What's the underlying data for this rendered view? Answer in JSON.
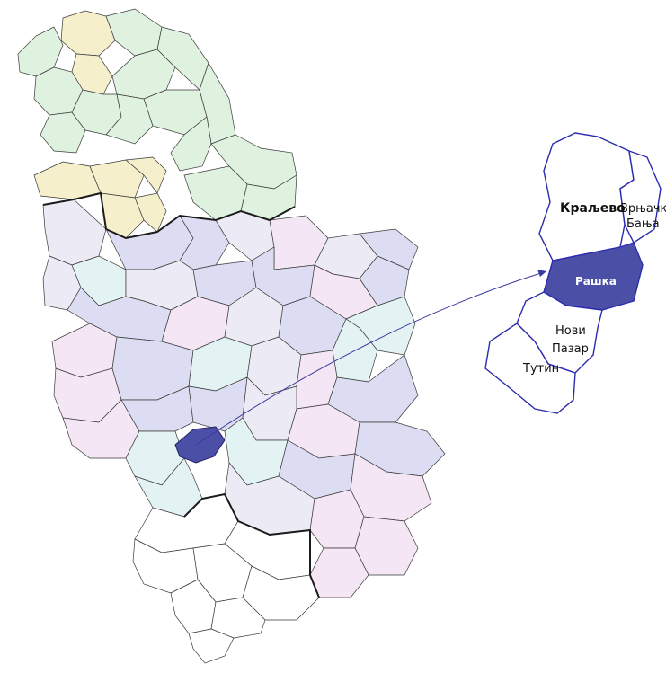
{
  "colors": {
    "vojvodina_green": "#dff1df",
    "vojvodina_yellow": "#f5efcc",
    "west_lavender": "#eceaf5",
    "central_blue": "#dcdcf2",
    "cyan_tint": "#e3f3f3",
    "pink_tint": "#f4e6f4",
    "white_south": "#ffffff",
    "highlight": "#4b4fa6",
    "inset_border": "#2b2bb0",
    "connector": "#3a3aa0",
    "outline_dark": "#1b1b1b"
  },
  "highlighted_municipality": "Рашка",
  "inset": {
    "labels": {
      "kraljevo": "Краљево",
      "vrnjacka_1": "Врњачка",
      "vrnjacka_2": "Бања",
      "raska": "Рашка",
      "novi_1": "Нови",
      "novi_2": "Пазар",
      "tutin": "Тутин"
    }
  }
}
